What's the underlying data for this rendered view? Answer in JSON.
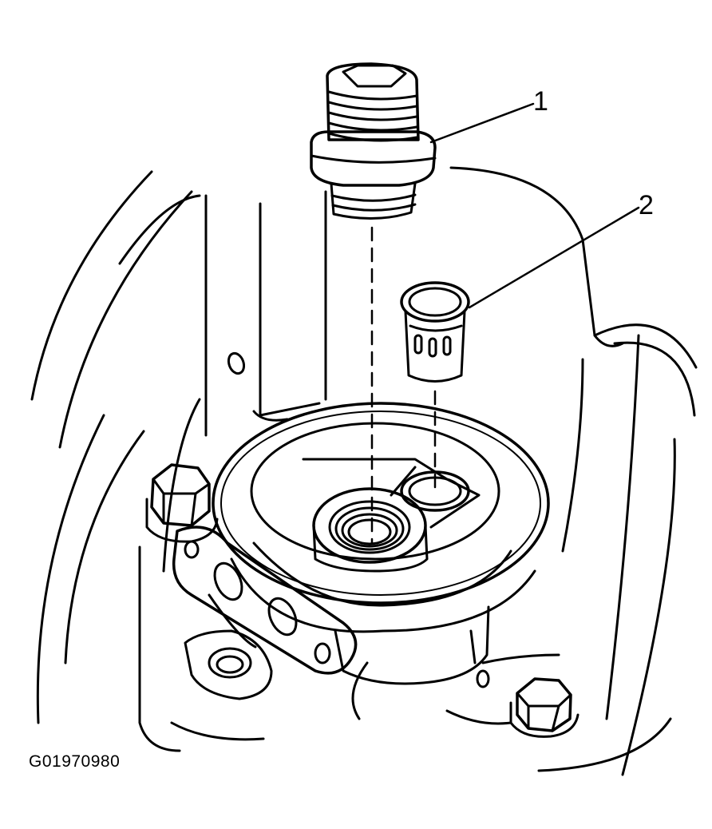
{
  "diagram": {
    "callouts": [
      {
        "label": "1"
      },
      {
        "label": "2"
      }
    ],
    "figure_id": "G01970980",
    "colors": {
      "line": "#000000",
      "background": "#ffffff"
    }
  }
}
